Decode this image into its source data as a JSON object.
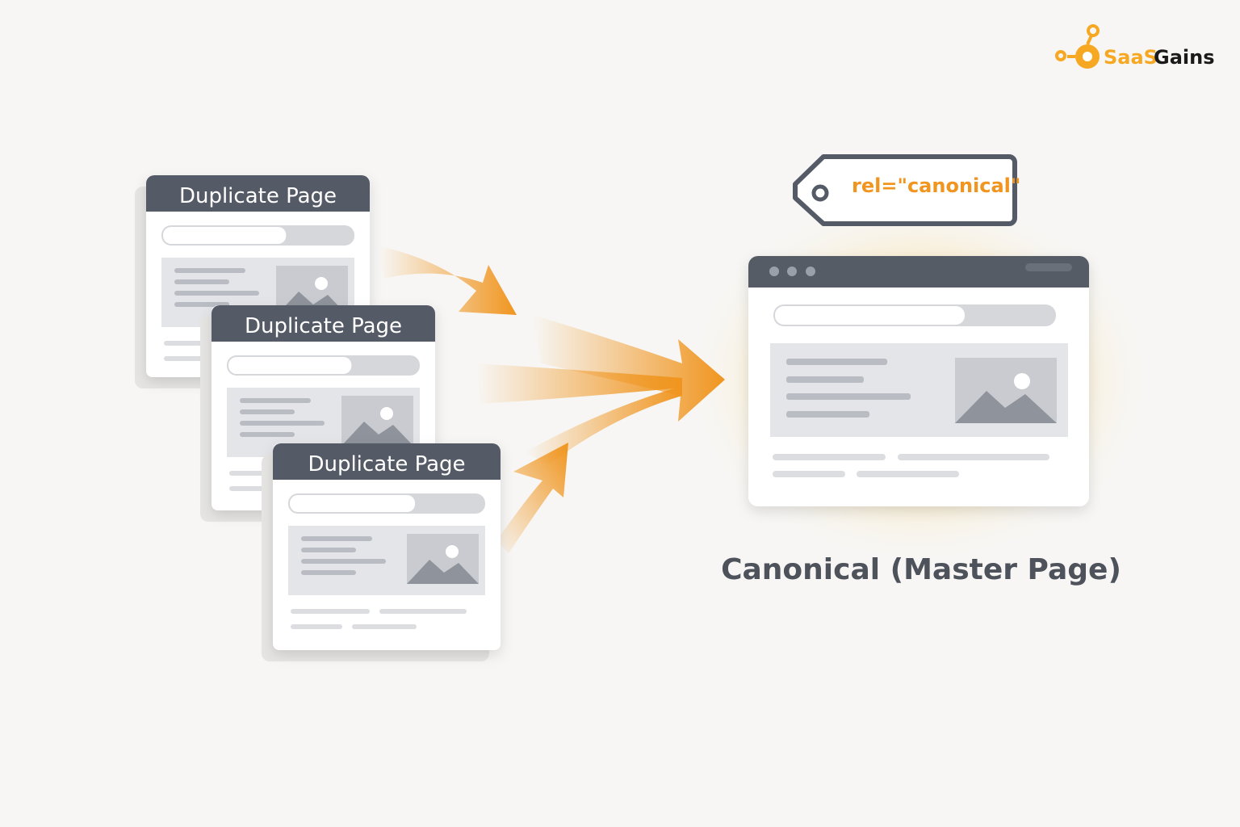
{
  "logo": {
    "part1": "SaaS",
    "part2": "Gains"
  },
  "duplicates": [
    {
      "title": "Duplicate Page"
    },
    {
      "title": "Duplicate Page"
    },
    {
      "title": "Duplicate Page"
    }
  ],
  "tag": {
    "label": "rel=\"canonical\""
  },
  "master": {
    "caption": "Canonical (Master Page)"
  },
  "colors": {
    "accent": "#f0951f",
    "dark": "#555b66",
    "background": "#f7f6f4"
  }
}
